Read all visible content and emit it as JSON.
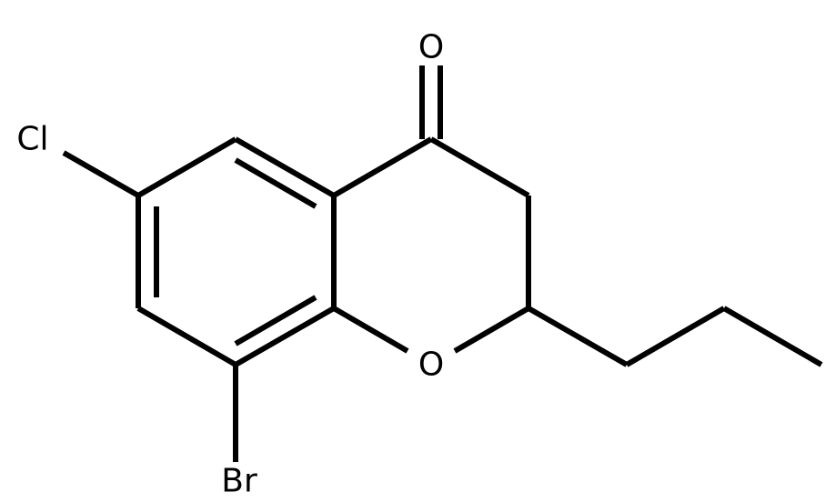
{
  "structure": {
    "atoms": {
      "oxygen_carbonyl": "O",
      "oxygen_ring": "O",
      "chlorine": "Cl",
      "bromine": "Br"
    },
    "colors": {
      "bond": "#000000",
      "label": "#000000",
      "background": "#ffffff"
    }
  }
}
